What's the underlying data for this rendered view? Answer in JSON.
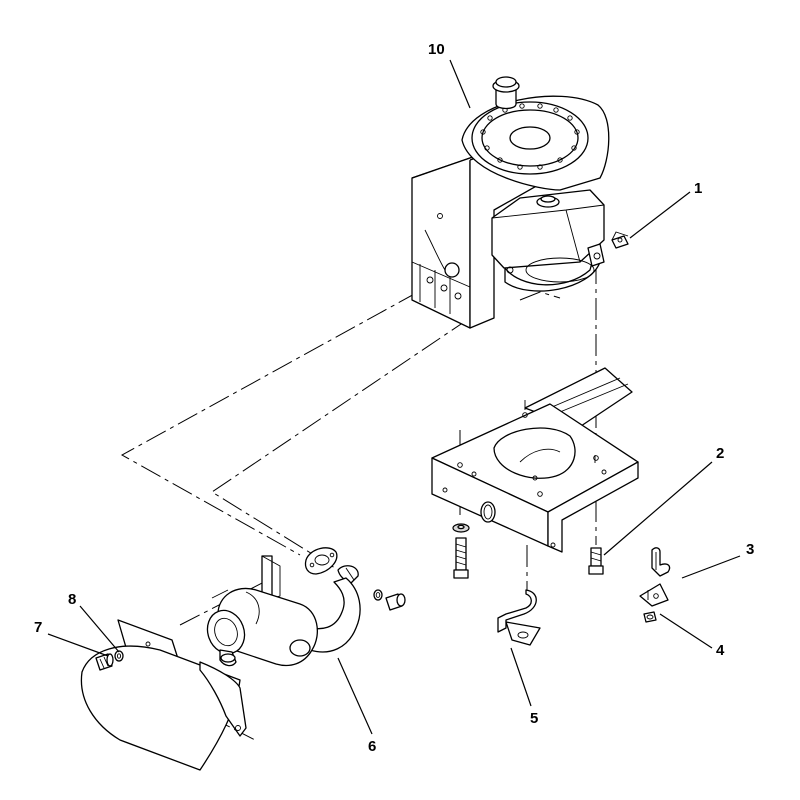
{
  "callouts": [
    {
      "id": "1",
      "label": "1"
    },
    {
      "id": "2",
      "label": "2"
    },
    {
      "id": "3",
      "label": "3"
    },
    {
      "id": "4",
      "label": "4"
    },
    {
      "id": "5",
      "label": "5"
    },
    {
      "id": "6",
      "label": "6"
    },
    {
      "id": "7",
      "label": "7"
    },
    {
      "id": "8",
      "label": "8"
    },
    {
      "id": "10",
      "label": "10"
    }
  ]
}
